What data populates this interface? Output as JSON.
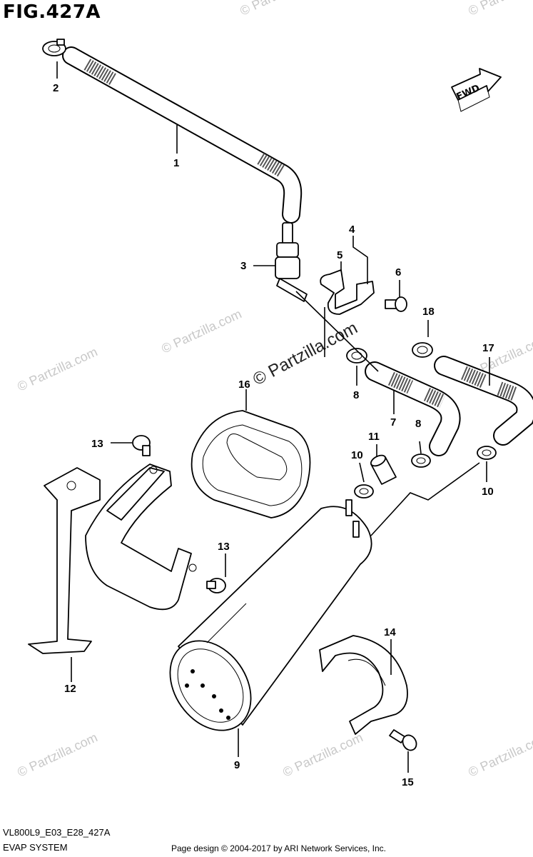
{
  "figure": {
    "title": "FIG.427A",
    "fwd_label": "FWD"
  },
  "callouts": [
    "1",
    "2",
    "3",
    "4",
    "5",
    "6",
    "7",
    "8",
    "8",
    "9",
    "10",
    "10",
    "11",
    "12",
    "13",
    "13",
    "14",
    "15",
    "16",
    "17",
    "18"
  ],
  "watermarks": {
    "small": "© Partzilla.com",
    "center": "© Partzilla.com"
  },
  "footer": {
    "model_code": "VL800L9_E03_E28_427A",
    "section": "EVAP SYSTEM",
    "copyright": "Page design © 2004-2017 by ARI Network Services, Inc."
  }
}
